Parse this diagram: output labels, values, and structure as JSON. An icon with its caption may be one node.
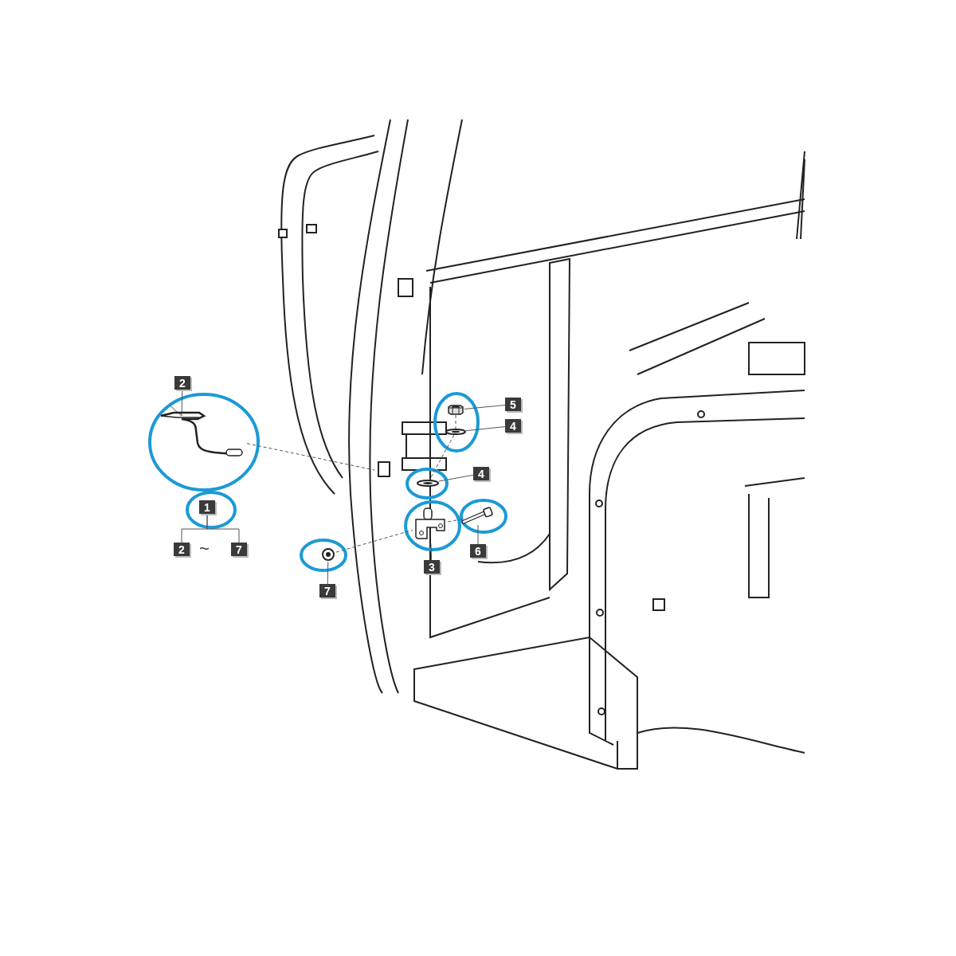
{
  "diagram": {
    "nodes": [
      {
        "text": [
          "2"
        ]
      },
      {
        "text": [],
        "shape": "picture"
      },
      {
        "text": [
          "1"
        ]
      },
      {
        "text": [
          "2"
        ]
      },
      {
        "text": [
          "7"
        ]
      },
      {
        "text": [
          "5"
        ]
      },
      {
        "text": [
          "4"
        ]
      },
      {
        "text": [
          "4"
        ]
      },
      {
        "text": [
          "6"
        ]
      },
      {
        "text": [
          "3"
        ]
      },
      {
        "text": [
          "7"
        ]
      },
      {
        "text": [],
        "shape": "picture"
      },
      {
        "text": [],
        "shape": "picture"
      },
      {
        "text": [],
        "shape": "picture"
      },
      {
        "text": [],
        "shape": "picture"
      },
      {
        "text": [],
        "shape": "picture"
      },
      {
        "text": [],
        "shape": "picture"
      }
    ],
    "edges": [
      {
        "from": 0,
        "to": 1,
        "arrow": "none"
      },
      {
        "from": 2,
        "to": 3,
        "arrow": "none"
      },
      {
        "from": 2,
        "to": 4,
        "arrow": "none"
      },
      {
        "from": 5,
        "to": 11,
        "arrow": "none"
      },
      {
        "from": 6,
        "to": 12,
        "arrow": "none"
      },
      {
        "from": 7,
        "to": 13,
        "arrow": "none"
      },
      {
        "from": 8,
        "to": 15,
        "arrow": "none"
      },
      {
        "from": 9,
        "to": 14,
        "arrow": "none"
      },
      {
        "from": 10,
        "to": 16,
        "arrow": "none"
      },
      {
        "from": 1,
        "to": null,
        "arrow": "none",
        "style": "dashed"
      },
      {
        "from": 16,
        "to": 14,
        "arrow": "none",
        "style": "dashed"
      },
      {
        "from": 15,
        "to": 14,
        "arrow": "none",
        "style": "dashed"
      },
      {
        "from": 11,
        "to": 12,
        "arrow": "none",
        "style": "dashed"
      },
      {
        "from": 12,
        "to": 13,
        "arrow": "none",
        "style": "dashed"
      }
    ],
    "labels": [
      "~"
    ]
  }
}
